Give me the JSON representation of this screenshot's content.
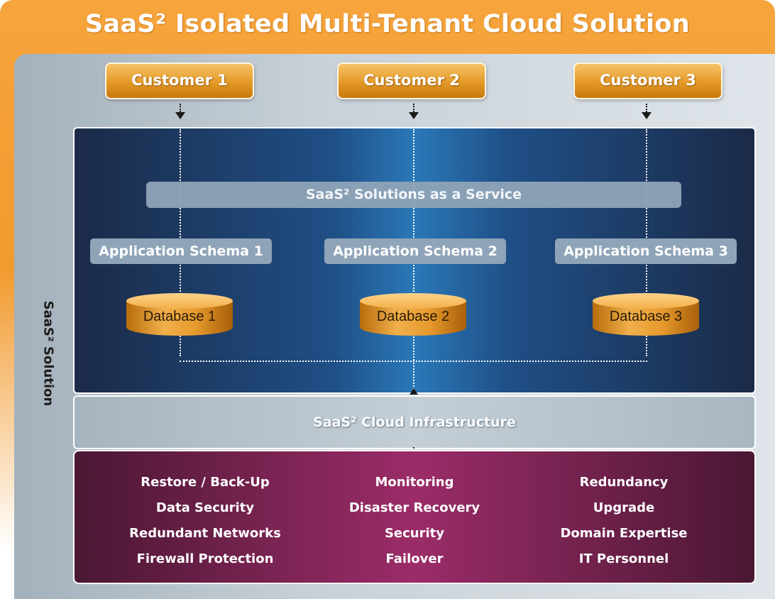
{
  "title": "SaaS² Isolated Multi-Tenant Cloud Solution",
  "side_label": "SaaS² Solution",
  "customers": [
    "Customer 1",
    "Customer 2",
    "Customer 3"
  ],
  "service_layer": "SaaS²  Solutions as a Service",
  "schemas": [
    "Application Schema 1",
    "Application Schema 2",
    "Application Schema 3"
  ],
  "databases": [
    "Database 1",
    "Database 2",
    "Database 3"
  ],
  "infrastructure": "SaaS² Cloud Infrastructure",
  "services": {
    "col1": [
      "Restore / Back-Up",
      "Data Security",
      "Redundant Networks",
      "Firewall Protection"
    ],
    "col2": [
      "Monitoring",
      "Disaster Recovery",
      "Security",
      "Failover"
    ],
    "col3": [
      "Redundancy",
      "Upgrade",
      "Domain Expertise",
      "IT Personnel"
    ]
  },
  "colors": {
    "orange": "#f19a2e",
    "navy": "#1b2a47",
    "blue_glow": "#2a78b8",
    "slate_bar": "#8fa4b8",
    "plum": "#7b2453",
    "gold": "#e49a27"
  }
}
